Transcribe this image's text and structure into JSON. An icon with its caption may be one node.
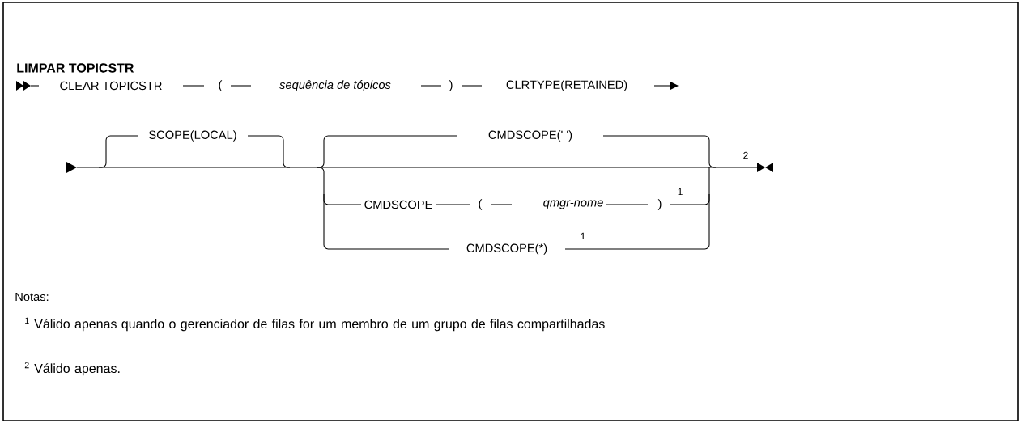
{
  "diagram": {
    "title": "LIMPAR TOPICSTR",
    "labels": [
      "CLEAR TOPICSTR",
      "(",
      "sequência de tópicos",
      ")",
      "CLRTYPE(RETAINED)",
      "SCOPE(LOCAL)",
      "CMDSCOPE(' ')",
      "2",
      "CMDSCOPE",
      "(",
      "qmgr-nome",
      ")",
      "1",
      "CMDSCOPE(*)",
      "1",
      "Notas:",
      "$^{1}$ Válido apenas quando o gerenciador de filas for um membro de um grupo de filas compartilhadas",
      "$^{2}$ Válido apenas."
    ]
  }
}
